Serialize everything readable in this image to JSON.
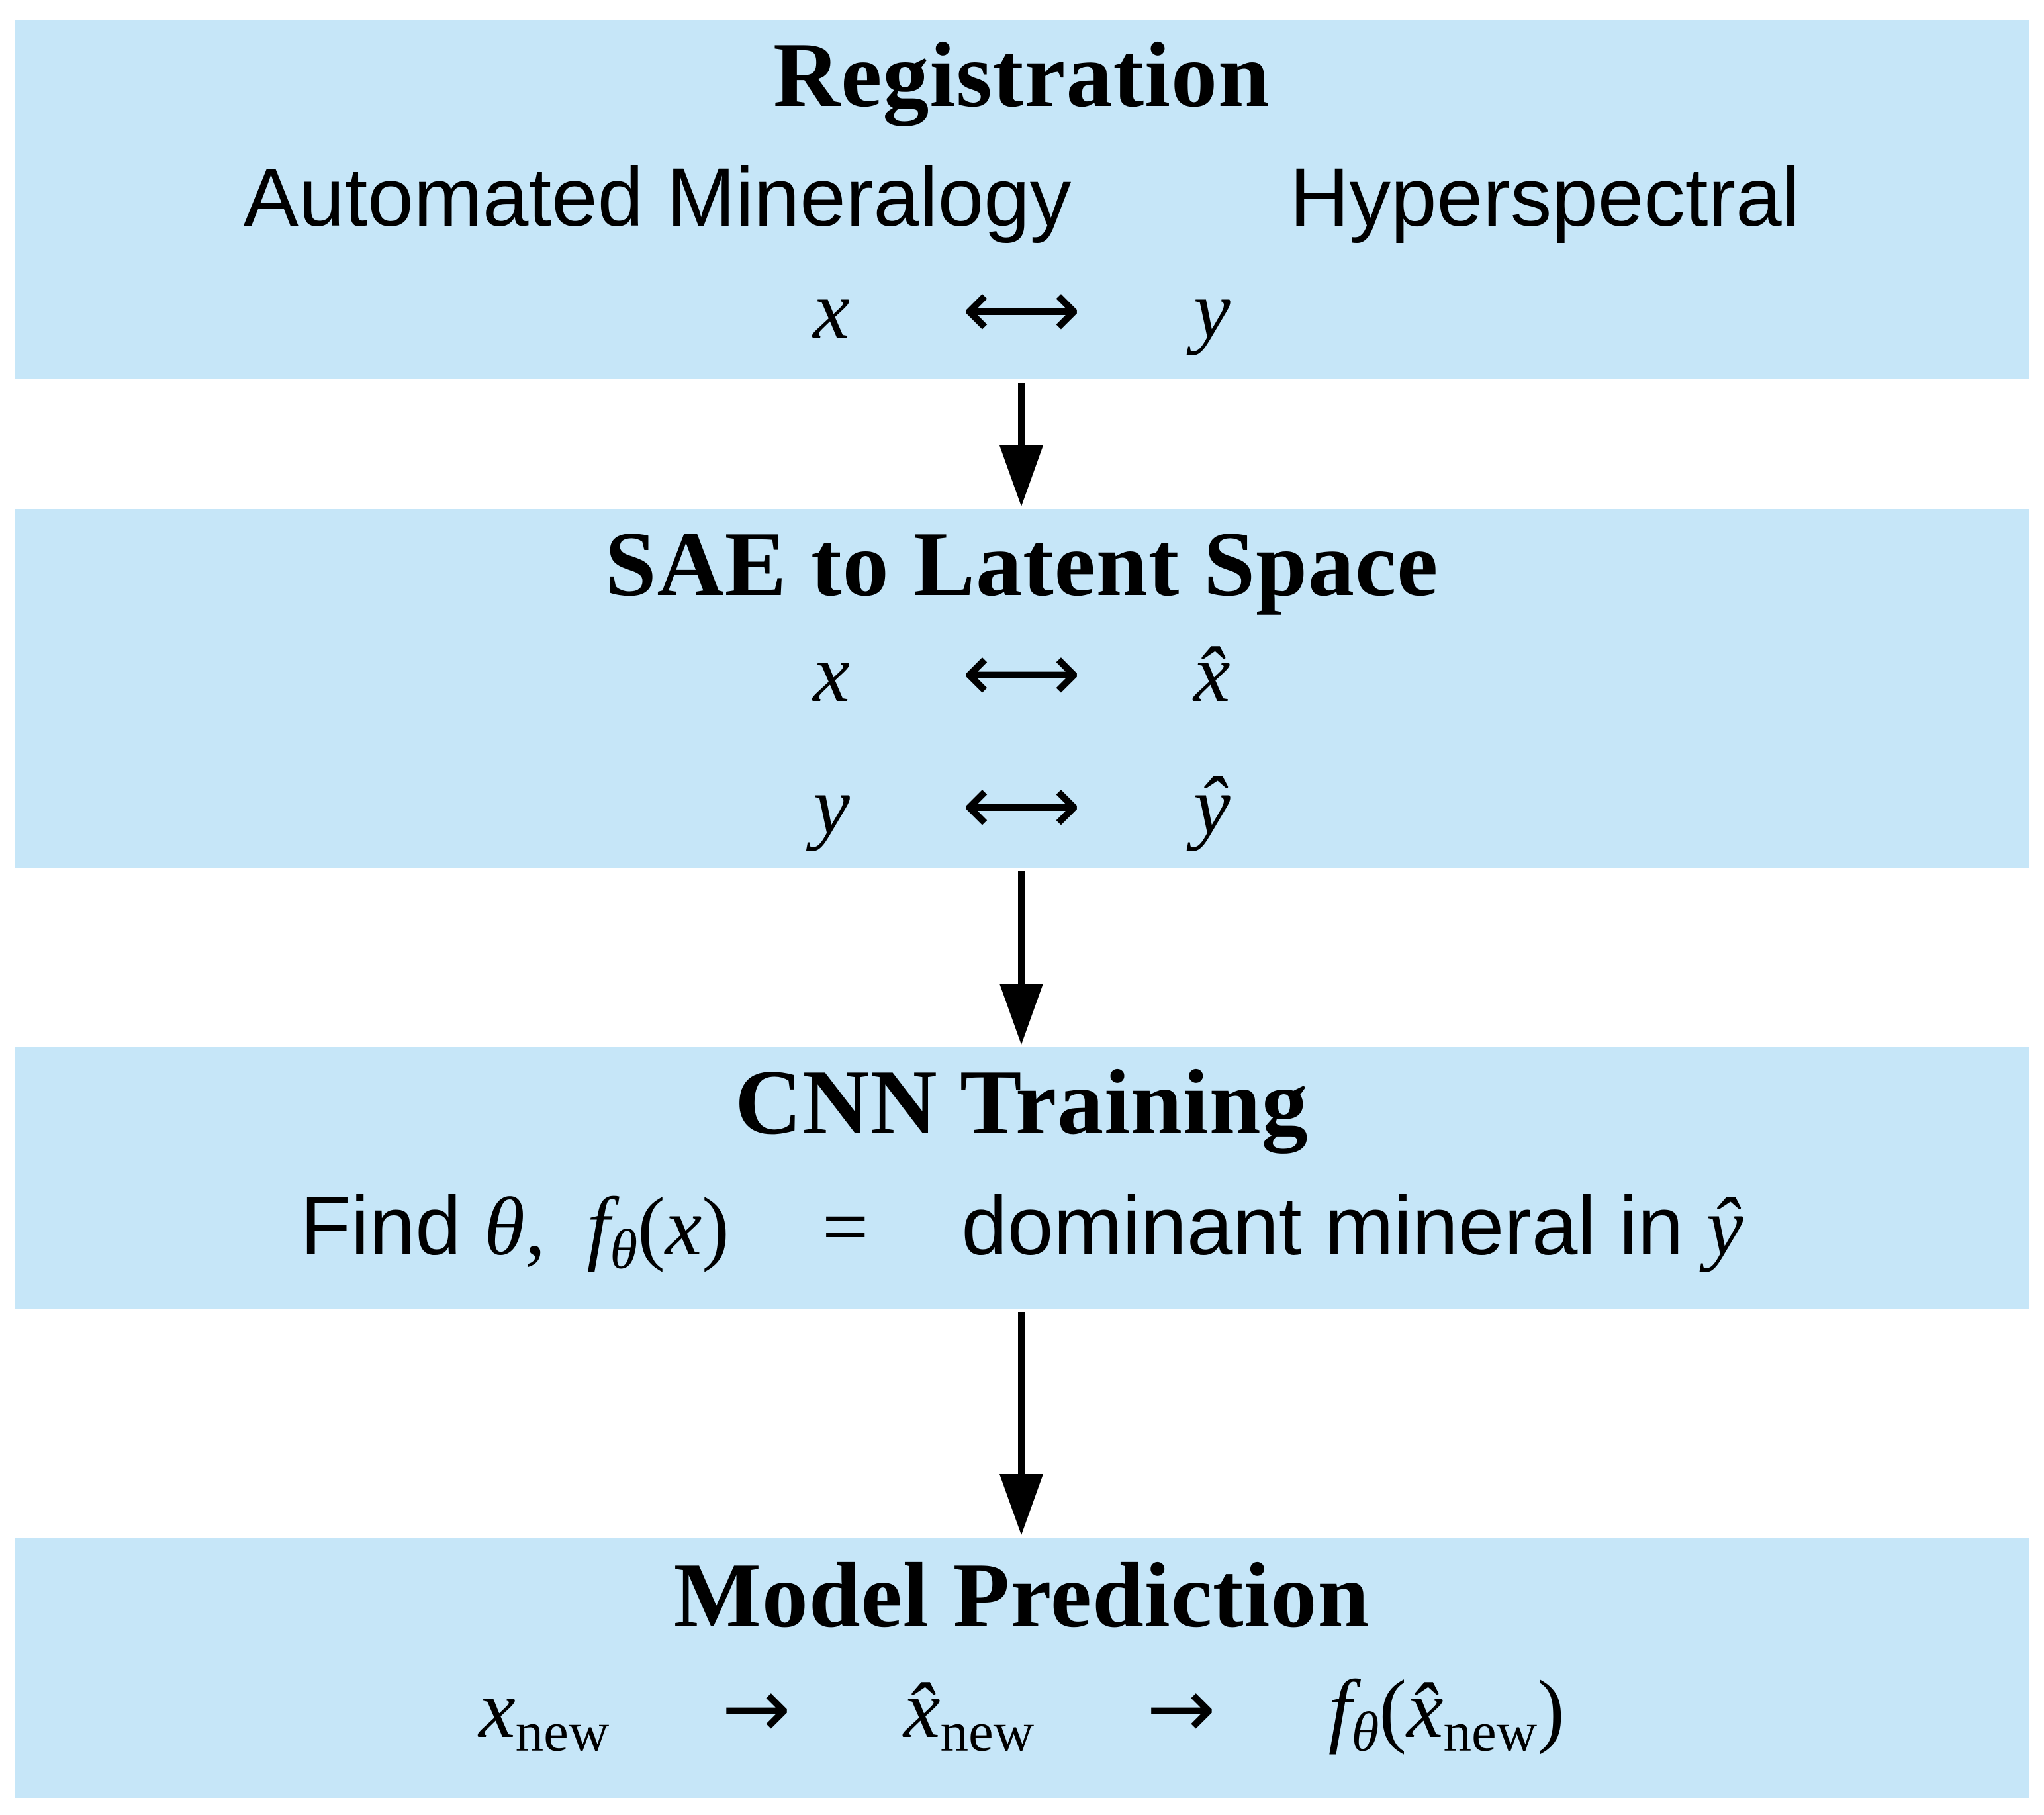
{
  "colors": {
    "background": "#ffffff",
    "box_fill": "#c6e6f8",
    "text": "#000000",
    "arrow": "#000000"
  },
  "connectors": {
    "count": 3,
    "direction": "down"
  },
  "boxes": [
    {
      "title": "Registration",
      "columns": {
        "left": "Automated Mineralogy",
        "right": "Hyperspectral"
      },
      "math_rows": [
        [
          {
            "t": "x",
            "c": "it"
          },
          {
            "c": "gap"
          },
          {
            "t": "⟷",
            "c": "ar"
          },
          {
            "c": "gap"
          },
          {
            "t": "y",
            "c": "it"
          }
        ]
      ]
    },
    {
      "title": "SAE to Latent Space",
      "math_rows": [
        [
          {
            "t": "x",
            "c": "it"
          },
          {
            "c": "gap"
          },
          {
            "t": "⟷",
            "c": "ar"
          },
          {
            "c": "gap"
          },
          {
            "t": "x̂",
            "c": "it"
          }
        ],
        [
          {
            "t": "y",
            "c": "it"
          },
          {
            "c": "gap"
          },
          {
            "t": "⟷",
            "c": "ar"
          },
          {
            "c": "gap"
          },
          {
            "t": "ŷ",
            "c": "it"
          }
        ]
      ]
    },
    {
      "title": "CNN Training",
      "math_rows": [
        [
          {
            "t": "Find ",
            "c": "sans"
          },
          {
            "t": "θ",
            "c": "it"
          },
          {
            "t": ",  ",
            "c": "rm"
          },
          {
            "t": "f",
            "c": "it"
          },
          {
            "t": "θ",
            "c": "subit"
          },
          {
            "t": "(",
            "c": "rm"
          },
          {
            "t": "x",
            "c": "it"
          },
          {
            "t": ")",
            "c": "rm"
          },
          {
            "c": "gapsm"
          },
          {
            "t": "=",
            "c": "rm"
          },
          {
            "c": "gapsm"
          },
          {
            "t": "dominant mineral in ",
            "c": "sans"
          },
          {
            "t": "ŷ",
            "c": "it"
          }
        ]
      ]
    },
    {
      "title": "Model Prediction",
      "math_rows": [
        [
          {
            "t": "x",
            "c": "it"
          },
          {
            "t": "new",
            "c": "sub"
          },
          {
            "c": "gap"
          },
          {
            "t": "→",
            "c": "ar"
          },
          {
            "c": "gap"
          },
          {
            "t": "x̂",
            "c": "it"
          },
          {
            "t": "new",
            "c": "sub"
          },
          {
            "c": "gap"
          },
          {
            "t": "→",
            "c": "ar"
          },
          {
            "c": "gap"
          },
          {
            "t": "f",
            "c": "it"
          },
          {
            "t": "θ",
            "c": "subit"
          },
          {
            "t": "(",
            "c": "rm"
          },
          {
            "t": "x̂",
            "c": "it"
          },
          {
            "t": "new",
            "c": "sub"
          },
          {
            "t": ")",
            "c": "rm"
          }
        ]
      ]
    }
  ]
}
